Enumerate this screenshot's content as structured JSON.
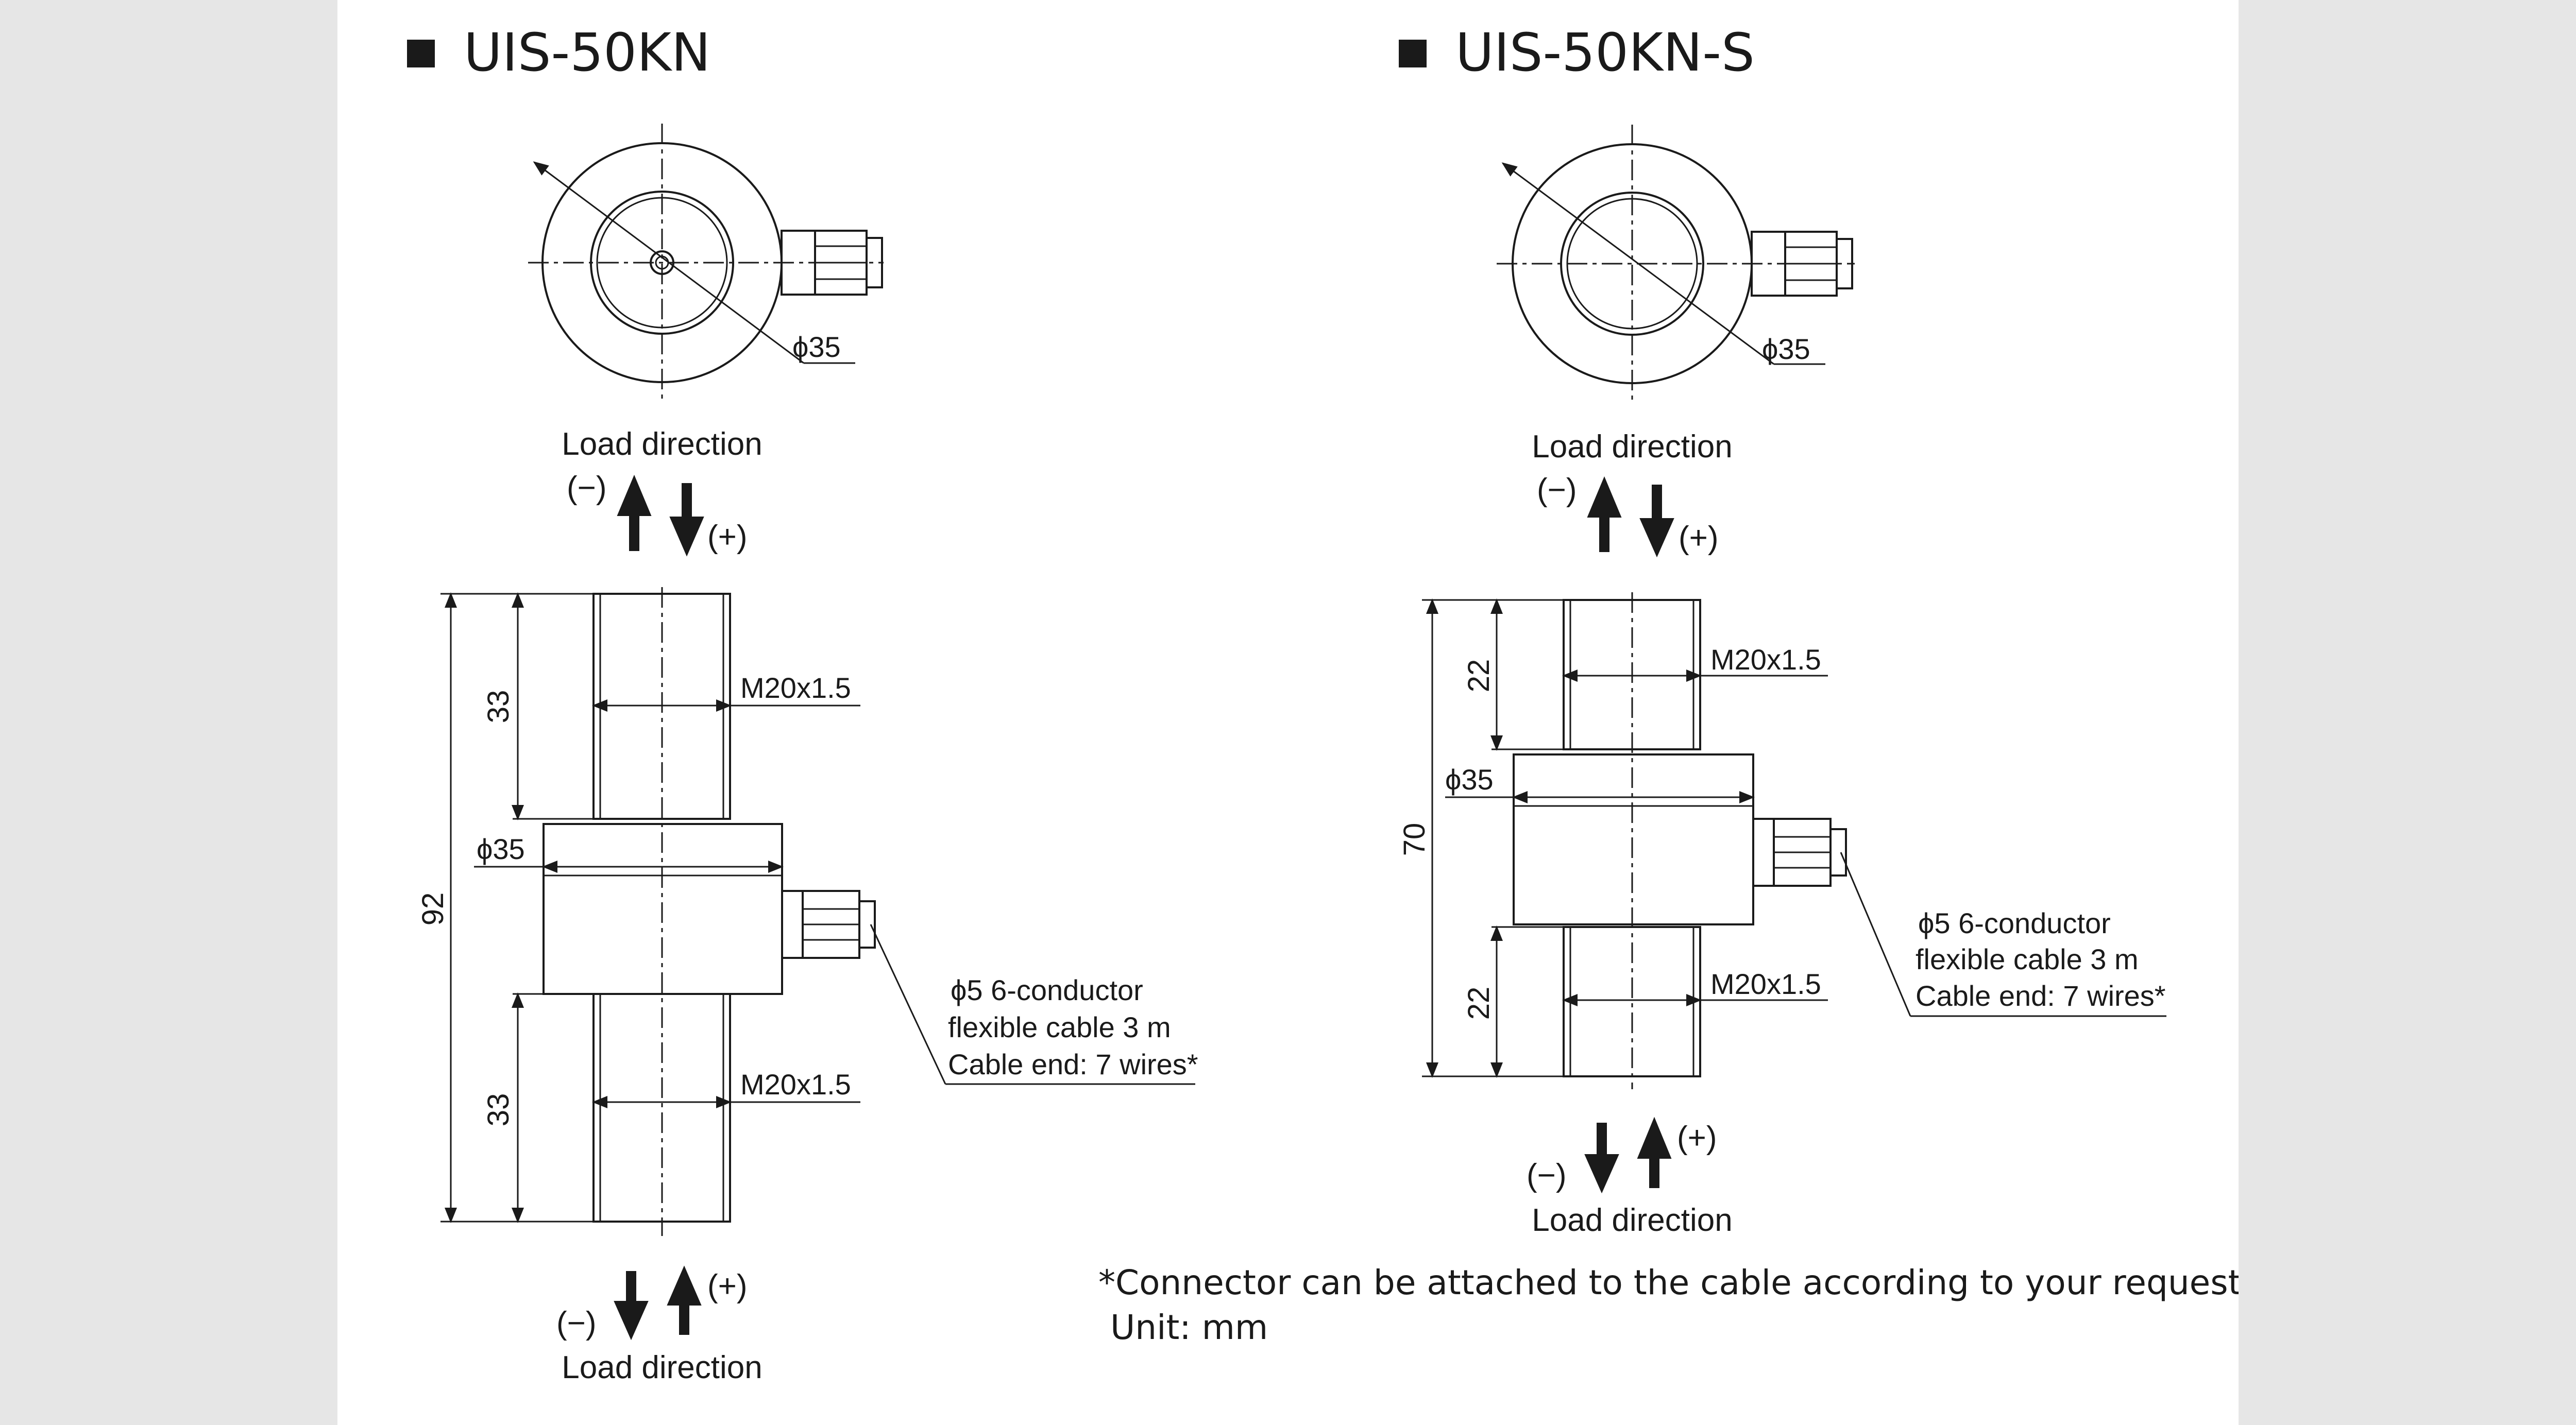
{
  "left": {
    "title": "UIS-50KN",
    "top_view_diameter": "ϕ35",
    "load_direction_top": "Load direction",
    "minus": "(−)",
    "plus": "(+)",
    "dim_total": "92",
    "dim_upper": "33",
    "dim_lower": "33",
    "thread_upper": "M20x1.5",
    "thread_lower": "M20x1.5",
    "body_diameter": "ϕ35",
    "cable_line1": "ϕ5 6-conductor",
    "cable_line2": "flexible cable 3 m",
    "cable_line3": "Cable end: 7 wires*",
    "load_direction_bottom": "Load direction"
  },
  "right": {
    "title": "UIS-50KN-S",
    "top_view_diameter": "ϕ35",
    "load_direction_top": "Load direction",
    "minus": "(−)",
    "plus": "(+)",
    "dim_total": "70",
    "dim_upper": "22",
    "dim_lower": "22",
    "thread_upper": "M20x1.5",
    "thread_lower": "M20x1.5",
    "body_diameter": "ϕ35",
    "cable_line1": "ϕ5 6-conductor",
    "cable_line2": "flexible cable 3 m",
    "cable_line3": "Cable end: 7 wires*",
    "load_direction_bottom": "Load direction"
  },
  "footnote": "*Connector can be attached to the cable according to your request.",
  "unit": "Unit: mm"
}
